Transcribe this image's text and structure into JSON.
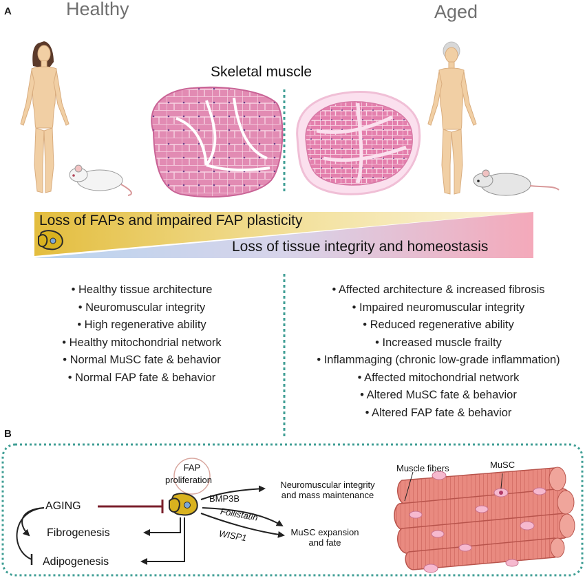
{
  "panel_a": {
    "letter": "A",
    "left_title": "Healthy",
    "right_title": "Aged",
    "center_title": "Skeletal muscle",
    "banner_top": "Loss of FAPs and impaired FAP plasticity",
    "banner_bottom": "Loss of tissue integrity and homeostasis",
    "healthy_items": [
      "• Healthy tissue architecture",
      "• Neuromuscular integrity",
      "• High regenerative ability",
      "• Healthy mitochondrial network",
      "• Normal MuSC fate & behavior",
      "• Normal FAP fate & behavior"
    ],
    "aged_items": [
      "• Affected architecture & increased fibrosis",
      "• Impaired neuromuscular integrity",
      "• Reduced regenerative ability",
      "• Increased muscle frailty",
      "• Inflammaging (chronic low-grade inflammation)",
      "• Affected mitochondrial network",
      "• Altered MuSC fate & behavior",
      "• Altered FAP fate & behavior"
    ]
  },
  "panel_b": {
    "letter": "B",
    "fap_label_1": "FAP",
    "fap_label_2": "proliferation",
    "aging": "AGING",
    "fibrogenesis": "Fibrogenesis",
    "adipogenesis": "Adipogenesis",
    "bmp3b": "BMP3B",
    "follistatin": "Follistatin",
    "wisp1": "WISP1",
    "outcome_1_line1": "Neuromuscular integrity",
    "outcome_1_line2": "and mass maintenance",
    "outcome_2_line1": "MuSC expansion",
    "outcome_2_line2": "and fate",
    "muscle_fibers": "Muscle fibers",
    "musc": "MuSC"
  },
  "colors": {
    "banner_gold": "#e6c24a",
    "banner_blue": "#a9c8ea",
    "banner_pink": "#f2a8b8",
    "dashed_teal": "#3f9e94",
    "inhibit_red": "#7a1f2b",
    "muscle_pink": "#d9749a",
    "fiber_red": "#e48179",
    "fap_yellow": "#d9b21f"
  }
}
